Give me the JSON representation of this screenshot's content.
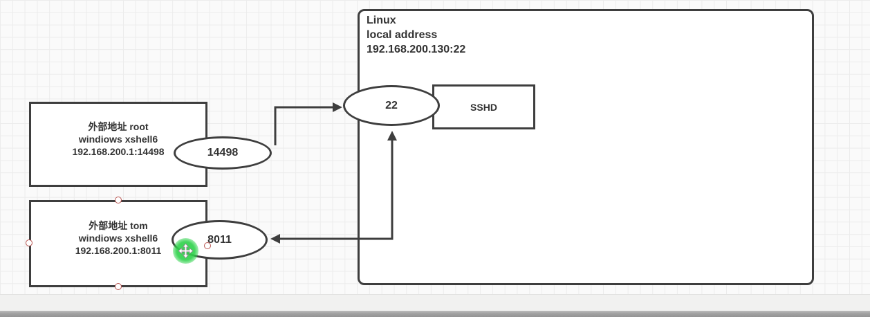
{
  "diagram": {
    "linux_server": {
      "lines": [
        "Linux",
        "local address",
        "192.168.200.130:22"
      ]
    },
    "sshd": {
      "label": "SSHD"
    },
    "port_22": {
      "label": "22"
    },
    "external_root": {
      "lines": [
        "外部地址 root",
        "windiows xshell6",
        "192.168.200.1:14498"
      ]
    },
    "port_14498": {
      "label": "14498"
    },
    "external_tom": {
      "lines": [
        "外部地址 tom",
        "windiows xshell6",
        "192.168.200.1:8011"
      ]
    },
    "port_8011": {
      "label": "8011"
    },
    "connections": [
      {
        "from": "port_14498",
        "to": "port_22",
        "arrows": "end"
      },
      {
        "from": "port_22",
        "to": "port_8011",
        "arrows": "both"
      }
    ]
  },
  "cursor": {
    "type": "move",
    "highlight_color": "#2ed24b"
  },
  "colors": {
    "node_stroke": "#3e3e3e",
    "node_fill": "#ffffff",
    "text": "#333333",
    "grid_line": "#ececec",
    "canvas_bg": "#fafafa",
    "connection_point": "#b85450",
    "panel_light": "#f1f1f0",
    "panel_dark": "#9a9a9a"
  }
}
